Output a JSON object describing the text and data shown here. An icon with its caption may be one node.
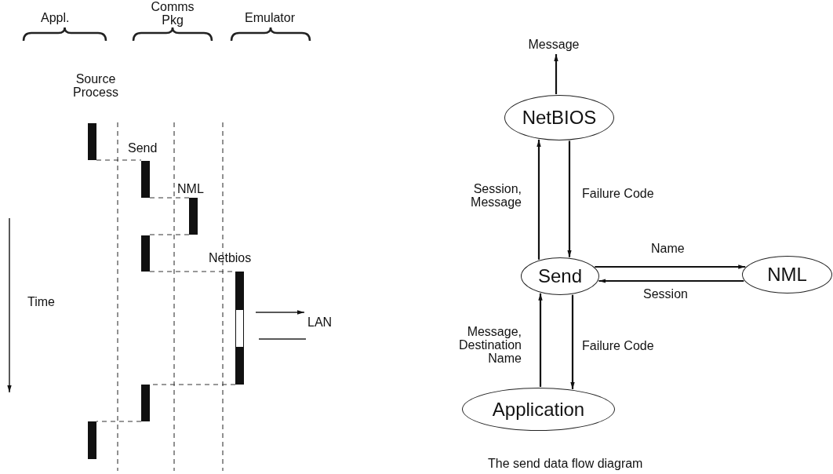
{
  "diagram": {
    "caption": "The send data flow diagram",
    "nodes": [
      {
        "text": [
          "NetBIOS"
        ]
      },
      {
        "text": [
          "Send"
        ]
      },
      {
        "text": [
          "NML"
        ]
      },
      {
        "text": [
          "Application"
        ]
      },
      {
        "text": [
          "Message"
        ]
      },
      {
        "text": [],
        "shape": "bar"
      },
      {
        "text": [],
        "shape": "bar"
      },
      {
        "text": [],
        "shape": "bar"
      },
      {
        "text": [],
        "shape": "bar"
      },
      {
        "text": [],
        "shape": "bar"
      },
      {
        "text": [],
        "shape": "bar"
      },
      {
        "text": [],
        "shape": "bar"
      }
    ],
    "edges": [
      {
        "from": 0,
        "to": 4,
        "arrow": "to"
      },
      {
        "from": 1,
        "to": 0,
        "arrow": "to",
        "label": "Session, Message"
      },
      {
        "from": 0,
        "to": 1,
        "arrow": "to",
        "label": "Failure Code"
      },
      {
        "from": 1,
        "to": 2,
        "arrow": "to",
        "label": "Name"
      },
      {
        "from": 2,
        "to": 1,
        "arrow": "to",
        "label": "Session"
      },
      {
        "from": 3,
        "to": 1,
        "arrow": "to",
        "label": "Message, Destination Name"
      },
      {
        "from": 1,
        "to": 3,
        "arrow": "to",
        "label": "Failure Code"
      },
      {
        "from": 5,
        "to": 6,
        "arrow": "none",
        "style": "dashed"
      },
      {
        "from": 6,
        "to": 7,
        "arrow": "none",
        "style": "dashed"
      },
      {
        "from": 7,
        "to": 8,
        "arrow": "none",
        "style": "dashed"
      },
      {
        "from": 8,
        "to": 9,
        "arrow": "none",
        "style": "dashed"
      },
      {
        "from": 9,
        "to": 10,
        "arrow": "none",
        "style": "dashed"
      },
      {
        "from": 10,
        "to": 11,
        "arrow": "none",
        "style": "dashed"
      }
    ],
    "labels": [
      "Appl.",
      "Comms Pkg",
      "Emulator",
      "Source Process",
      "Send",
      "NML",
      "Netbios",
      "Time",
      "LAN"
    ]
  }
}
